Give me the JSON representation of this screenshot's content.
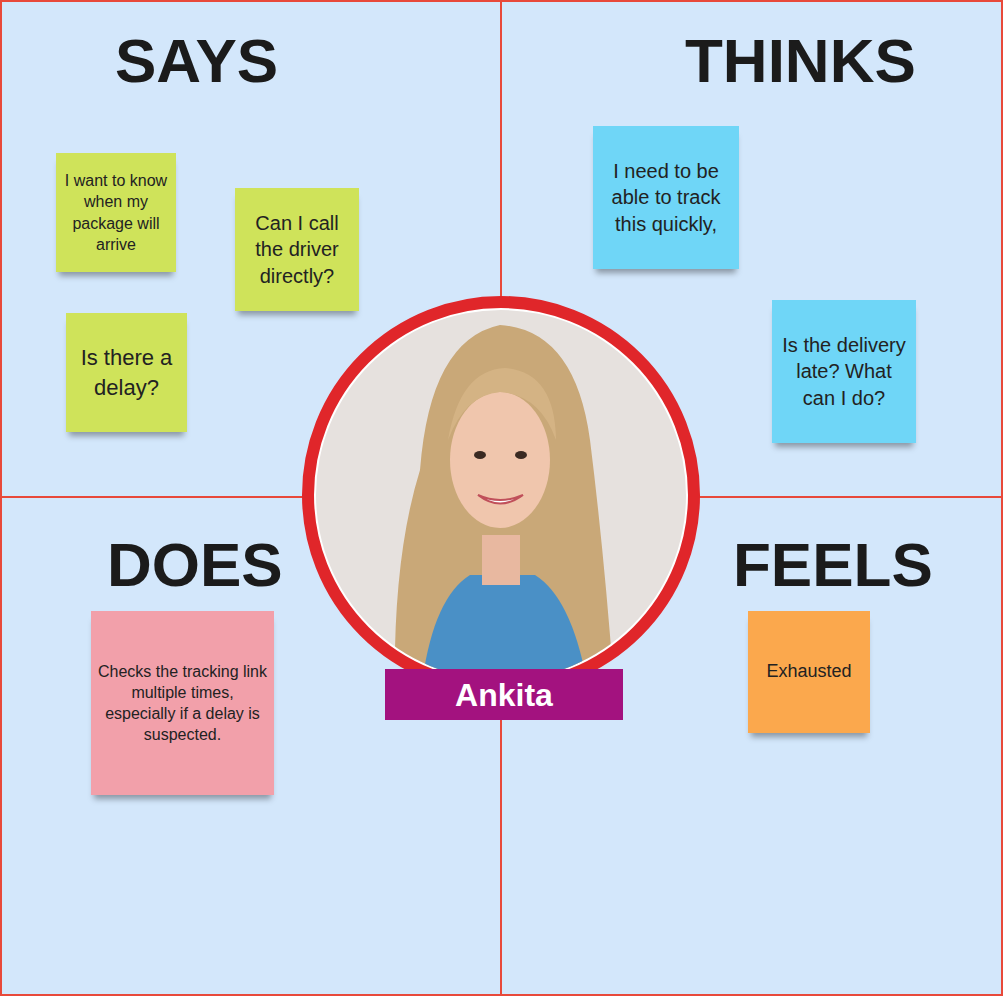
{
  "diagram": {
    "nodes": [
      {
        "text": [
          "SAYS"
        ]
      },
      {
        "text": [
          "I want to know when my package will arrive"
        ],
        "in": 0
      },
      {
        "text": [
          "Can I call the driver directly?"
        ],
        "in": 0
      },
      {
        "text": [
          "Is there a delay?"
        ],
        "in": 0
      },
      {
        "text": [
          "THINKS"
        ]
      },
      {
        "text": [
          "I need to be able to track this quickly,"
        ],
        "in": 4
      },
      {
        "text": [
          "Is the delivery late? What can I do?"
        ],
        "in": 4
      },
      {
        "text": [
          "DOES"
        ]
      },
      {
        "text": [
          "Checks the tracking link multiple times, especially if a delay is suspected."
        ],
        "in": 7
      },
      {
        "text": [
          "FEELS"
        ]
      },
      {
        "text": [
          "Exhausted"
        ],
        "in": 9
      },
      {
        "text": [
          "Ankita"
        ]
      }
    ]
  }
}
